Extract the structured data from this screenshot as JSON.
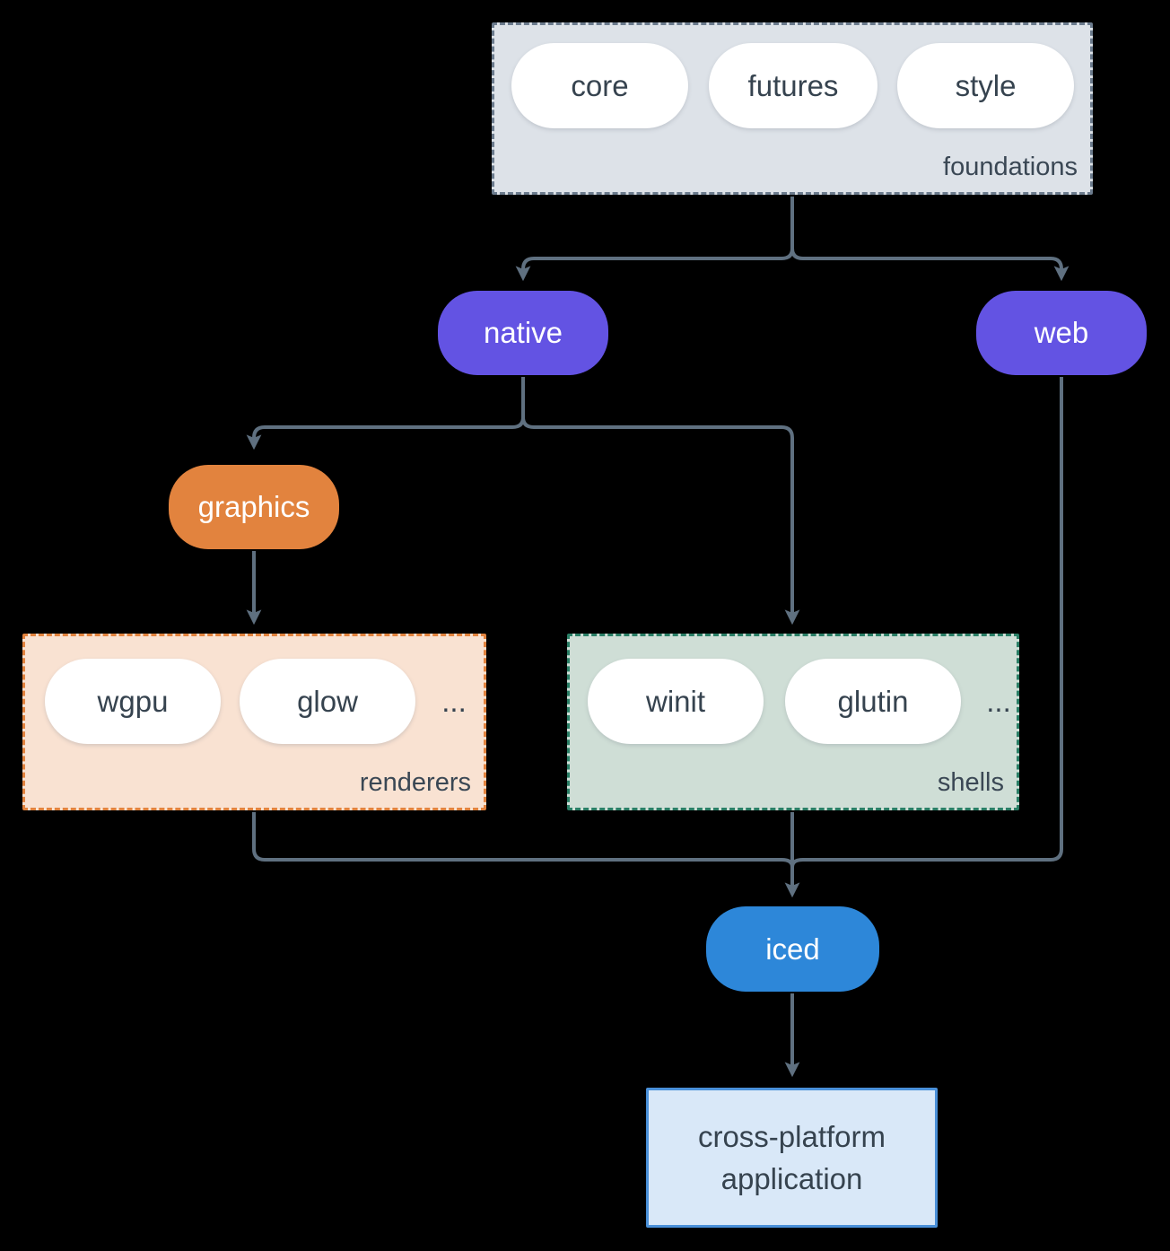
{
  "diagram": {
    "background_color": "#000000",
    "connector_color": "#5f7080",
    "foundations": {
      "label": "foundations",
      "fill": "#dde2e8",
      "border_color": "#6b7b8d",
      "pills": [
        "core",
        "futures",
        "style"
      ]
    },
    "native": {
      "label": "native",
      "fill": "#6353e3"
    },
    "web": {
      "label": "web",
      "fill": "#6353e3"
    },
    "graphics": {
      "label": "graphics",
      "fill": "#e2833e"
    },
    "renderers": {
      "label": "renderers",
      "fill": "#f9e2d2",
      "border_color": "#e2833e",
      "pills": [
        "wgpu",
        "glow"
      ],
      "ellipsis": "..."
    },
    "shells": {
      "label": "shells",
      "fill": "#cfded6",
      "border_color": "#2a7f66",
      "pills": [
        "winit",
        "glutin"
      ],
      "ellipsis": "..."
    },
    "iced": {
      "label": "iced",
      "fill": "#2d87d9"
    },
    "application": {
      "line1": "cross-platform",
      "line2": "application",
      "fill": "#d9e8f8",
      "border_color": "#4a90d9"
    }
  }
}
